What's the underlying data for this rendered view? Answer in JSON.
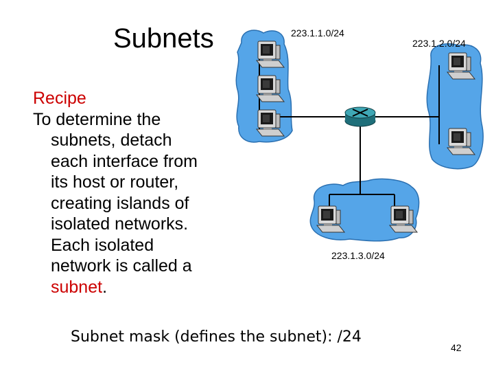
{
  "slide": {
    "title": "Subnets",
    "recipe_heading": "Recipe",
    "recipe_lines": [
      "To determine the",
      "subnets, detach",
      "each interface from",
      "its host or router,",
      "creating islands of",
      "isolated networks.",
      "Each isolated",
      "network is called a"
    ],
    "recipe_last_word": "subnet",
    "recipe_last_punct": ".",
    "mask_text": "Subnet mask (defines the subnet):  /24",
    "page_number": "42"
  },
  "diagram": {
    "subnets": [
      {
        "label": "223.1.1.0/24"
      },
      {
        "label": "223.1.2.0/24"
      },
      {
        "label": "223.1.3.0/24"
      }
    ],
    "colors": {
      "cloud_fill": "#55a5e8",
      "cloud_stroke": "#2a6fb0",
      "router_fill": "#2f8f9d",
      "accent_red": "#cc0000"
    },
    "icons": [
      "router-icon",
      "computer-icon"
    ]
  }
}
